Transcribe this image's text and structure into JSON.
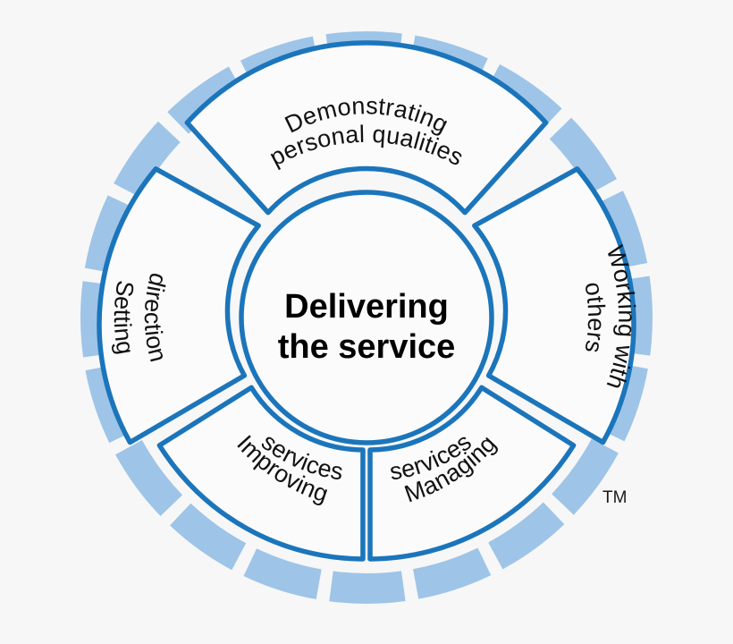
{
  "diagram": {
    "title": "Delivering the service",
    "center": {
      "line1": "Delivering",
      "line2": "the service"
    },
    "trademark": "TM",
    "colors": {
      "ring_light_blue": "#9EC4E8",
      "petal_outline_blue": "#1B75BB",
      "background": "#f7f7f7",
      "petal_fill": "#fbfbfb",
      "text": "#111111"
    },
    "segments": [
      {
        "id": "demonstrating-personal-qualities",
        "label": "Demonstrating personal qualities",
        "line1": "Demonstrating",
        "line2": "personal qualities",
        "position": "top"
      },
      {
        "id": "working-with-others",
        "label": "Working with others",
        "line1": "Working with",
        "line2": "others",
        "position": "right"
      },
      {
        "id": "managing-services",
        "label": "Managing services",
        "line1": "Managing",
        "line2": "services",
        "position": "bottom-right"
      },
      {
        "id": "improving-services",
        "label": "Improving services",
        "line1": "Improving",
        "line2": "services",
        "position": "bottom-left"
      },
      {
        "id": "setting-direction",
        "label": "Setting direction",
        "line1": "Setting",
        "line2": "direction",
        "position": "left"
      }
    ],
    "outer_ring": {
      "dash_count": 20,
      "description": "dashed light blue outer ring"
    }
  }
}
